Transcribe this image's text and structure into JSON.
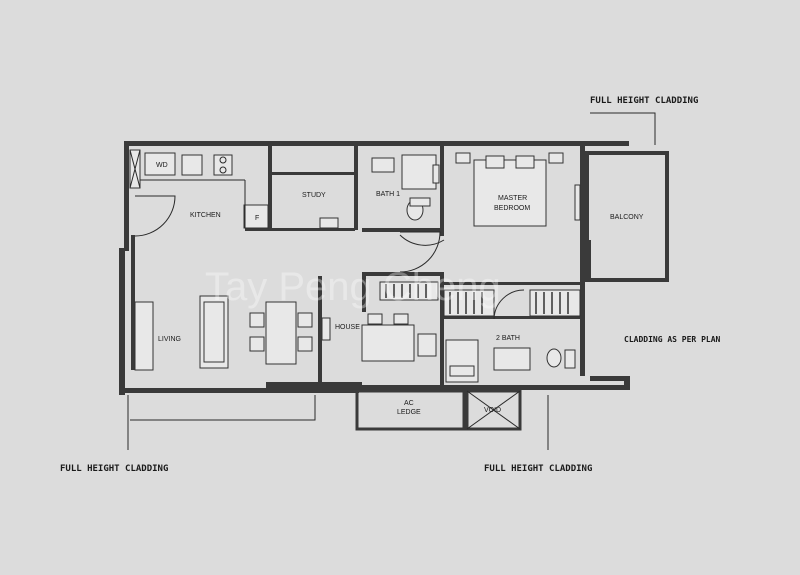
{
  "annotations": {
    "cladding_top": "FULL HEIGHT CLADDING",
    "cladding_bottom_left": "FULL HEIGHT CLADDING",
    "cladding_bottom_right": "FULL HEIGHT CLADDING",
    "side_note": "CLADDING AS PER PLAN"
  },
  "rooms": {
    "wd": "WD",
    "kitchen": "KITCHEN",
    "fridge": "F",
    "study": "STUDY",
    "bath1": "BATH 1",
    "master_bedroom_line1": "MASTER",
    "master_bedroom_line2": "BEDROOM",
    "balcony": "BALCONY",
    "living": "LIVING",
    "house": "HOUSE",
    "bath2": "2 BATH",
    "ac_ledge_line1": "AC",
    "ac_ledge_line2": "LEDGE",
    "void": "VOID"
  },
  "watermark": "Tay Peng Cheng",
  "colors": {
    "background": "#dcdcdc",
    "wall": "#3a3a3a",
    "ink": "#1a1a1a"
  }
}
